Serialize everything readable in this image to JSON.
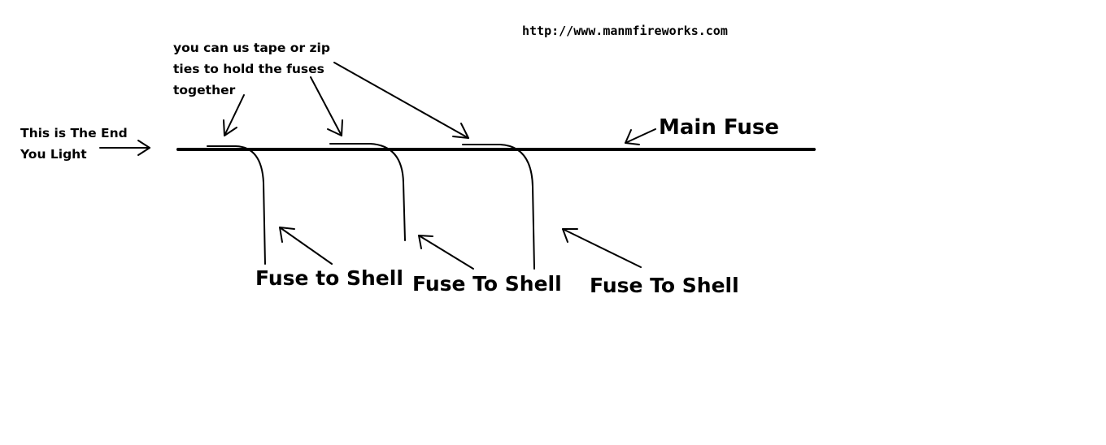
{
  "url": "http://www.manmfireworks.com",
  "tape_note": {
    "lines": [
      "you can us tape or zip",
      "ties to hold the fuses",
      "together"
    ]
  },
  "light_end": {
    "lines": [
      "This is The End",
      "You Light"
    ]
  },
  "main_fuse_label": "Main Fuse",
  "shell_fuse_labels": [
    "Fuse to Shell",
    "Fuse To Shell",
    "Fuse To Shell"
  ],
  "colors": {
    "ink": "#000000",
    "background": "#ffffff"
  }
}
